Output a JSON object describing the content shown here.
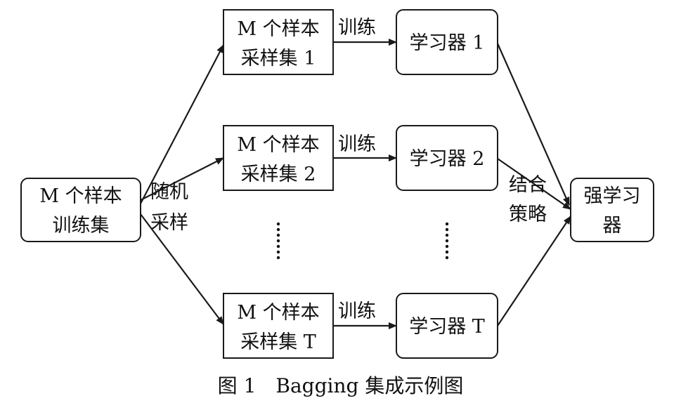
{
  "nodes": {
    "train_set": {
      "line1": "M 个样本",
      "line2": "训练集"
    },
    "sample_1": {
      "line1": "M 个样本",
      "line2": "采样集 1"
    },
    "sample_2": {
      "line1": "M 个样本",
      "line2": "采样集 2"
    },
    "sample_t": {
      "line1": "M 个样本",
      "line2": "采样集 T"
    },
    "learner_1": {
      "label": "学习器 1"
    },
    "learner_2": {
      "label": "学习器 2"
    },
    "learner_t": {
      "label": "学习器 T"
    },
    "strong": {
      "line1": "强学习",
      "line2": "器"
    }
  },
  "edge_labels": {
    "random_sampling": {
      "line1": "随机",
      "line2": "采样"
    },
    "train_1": "训练",
    "train_2": "训练",
    "train_t": "训练",
    "combine": {
      "line1": "结合",
      "line2": "策略"
    }
  },
  "caption": "图 1　Bagging 集成示例图"
}
